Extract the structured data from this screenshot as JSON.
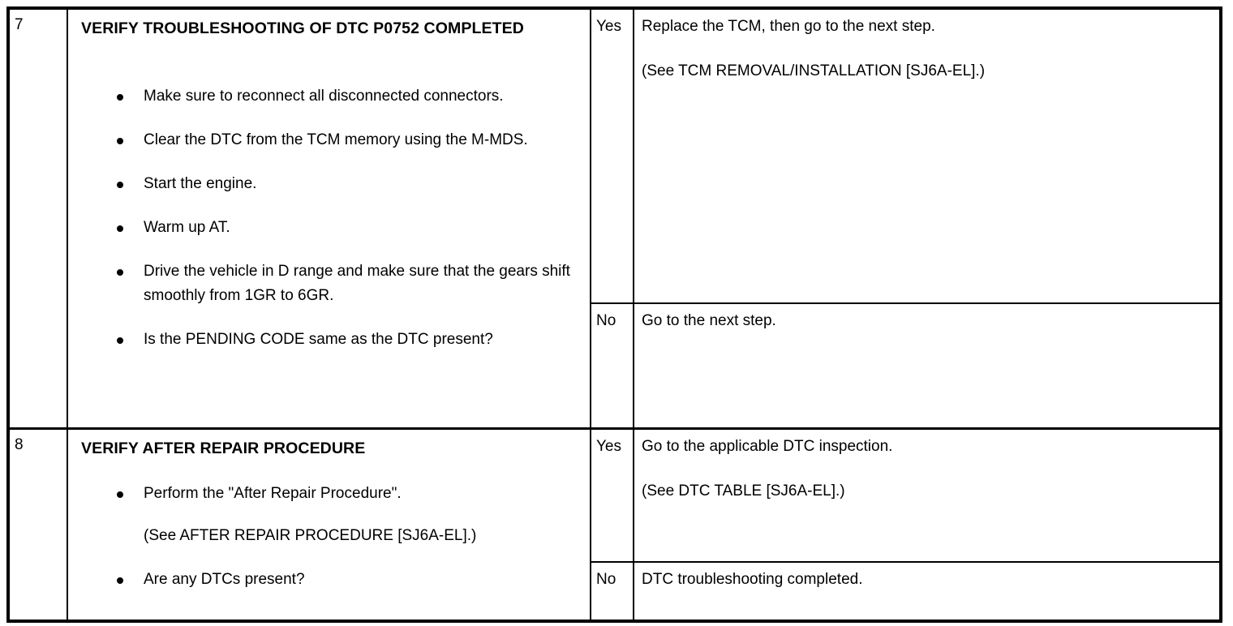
{
  "table": {
    "rows": [
      {
        "step": "7",
        "title": "VERIFY TROUBLESHOOTING OF DTC P0752 COMPLETED",
        "bullets": [
          {
            "text": "Make sure to reconnect all disconnected connectors."
          },
          {
            "text": "Clear the DTC from the TCM memory using the M-MDS."
          },
          {
            "text": "Start the engine."
          },
          {
            "text": "Warm up AT."
          },
          {
            "text": "Drive the vehicle in D range and make sure that the gears shift smoothly from 1GR to 6GR."
          },
          {
            "text": "Is the PENDING CODE same as the DTC present?"
          }
        ],
        "judgements": [
          {
            "label": "Yes",
            "lines": [
              "Replace the TCM, then go to the next step.",
              "(See TCM REMOVAL/INSTALLATION [SJ6A-EL].)"
            ]
          },
          {
            "label": "No",
            "lines": [
              "Go to the next step."
            ]
          }
        ]
      },
      {
        "step": "8",
        "title": "VERIFY AFTER REPAIR PROCEDURE",
        "bullets": [
          {
            "text": "Perform the \"After Repair Procedure\".",
            "note": "(See AFTER REPAIR PROCEDURE [SJ6A-EL].)"
          },
          {
            "text": "Are any DTCs present?"
          }
        ],
        "judgements": [
          {
            "label": "Yes",
            "lines": [
              "Go to the applicable DTC inspection.",
              "(See DTC TABLE [SJ6A-EL].)"
            ]
          },
          {
            "label": "No",
            "lines": [
              "DTC troubleshooting completed."
            ]
          }
        ]
      }
    ]
  },
  "colors": {
    "border": "#000000",
    "text": "#000000",
    "background": "#ffffff"
  }
}
